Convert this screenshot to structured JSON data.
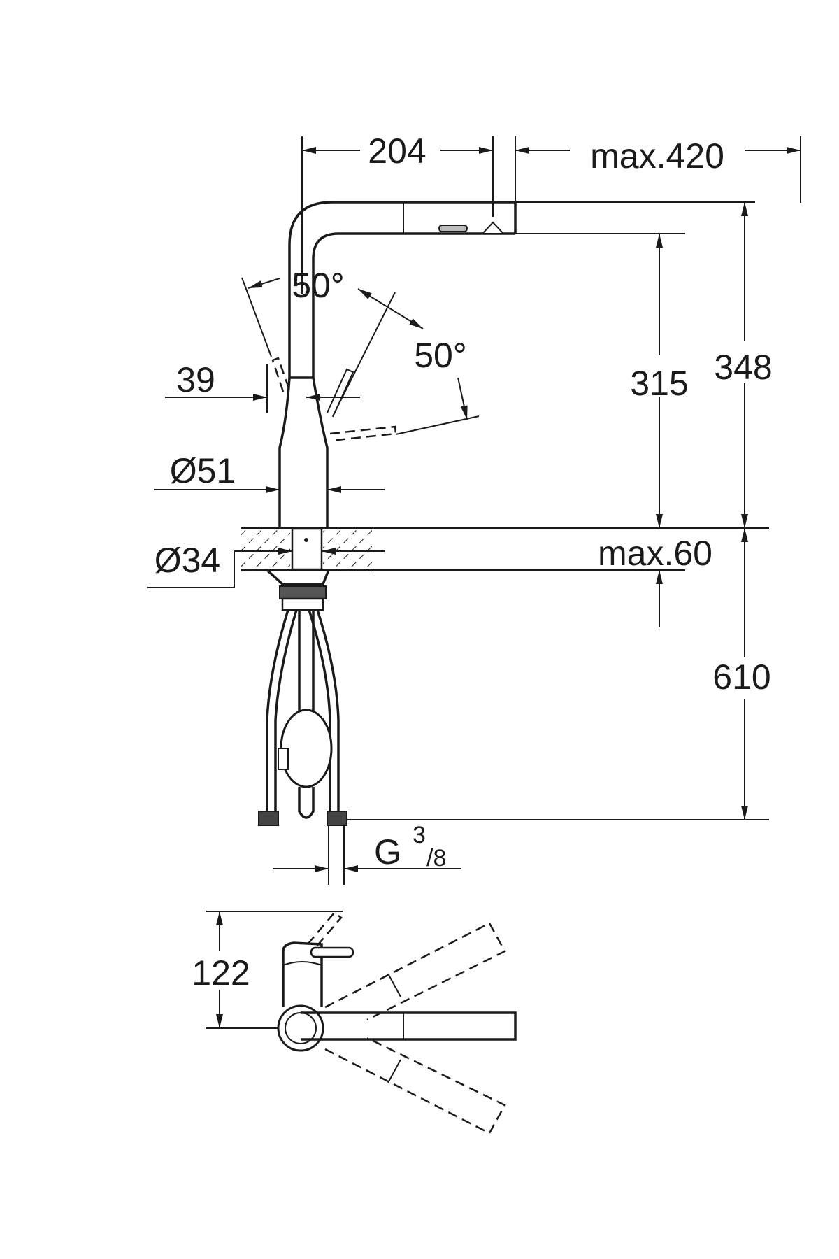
{
  "drawing": {
    "dimensions": {
      "spout_reach": "204",
      "pullout_reach": "max.420",
      "spout_height": "315",
      "total_height": "348",
      "lever_angle_left": "50°",
      "lever_angle_right": "50°",
      "lever_clearance": "39",
      "body_diameter": "Ø51",
      "hole_diameter": "Ø34",
      "max_deck_thickness": "max.60",
      "hose_length": "610",
      "connection_thread_g": "G",
      "connection_thread_num": "3",
      "connection_thread_den": "/8",
      "top_view_depth": "122"
    },
    "colors": {
      "line": "#1a1a1a",
      "background": "#ffffff"
    }
  }
}
